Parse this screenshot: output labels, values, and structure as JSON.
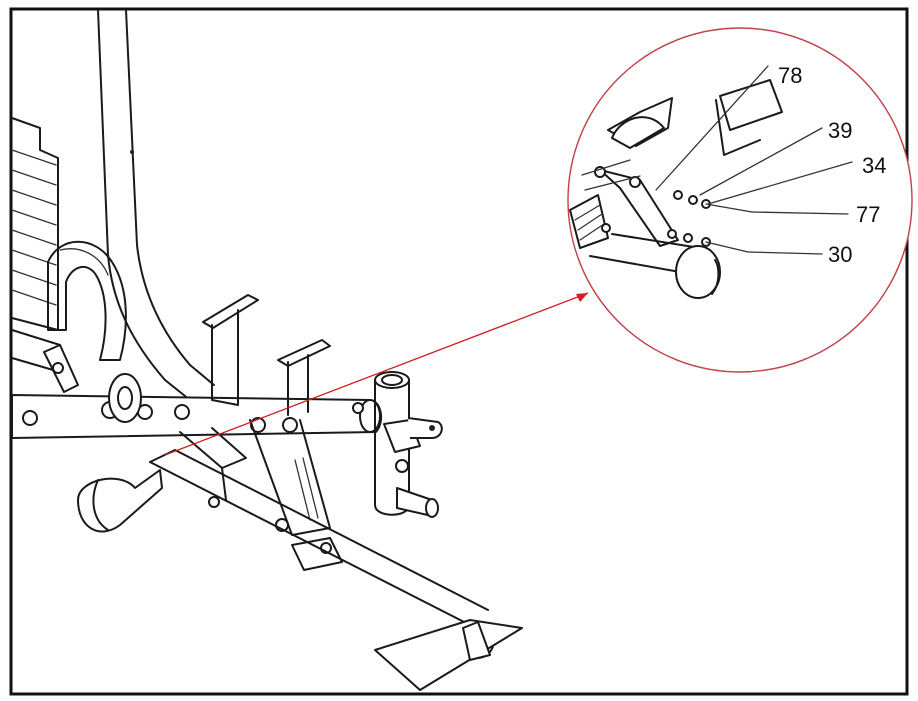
{
  "diagram": {
    "callouts": [
      {
        "id": "c78",
        "label": "78"
      },
      {
        "id": "c39",
        "label": "39"
      },
      {
        "id": "c34",
        "label": "34"
      },
      {
        "id": "c77",
        "label": "77"
      },
      {
        "id": "c30",
        "label": "30"
      }
    ],
    "colors": {
      "frame": "#111111",
      "line_art": "#1a1a1a",
      "detail_circle": "#c0404a",
      "pointer_arrow": "#d02020"
    }
  }
}
